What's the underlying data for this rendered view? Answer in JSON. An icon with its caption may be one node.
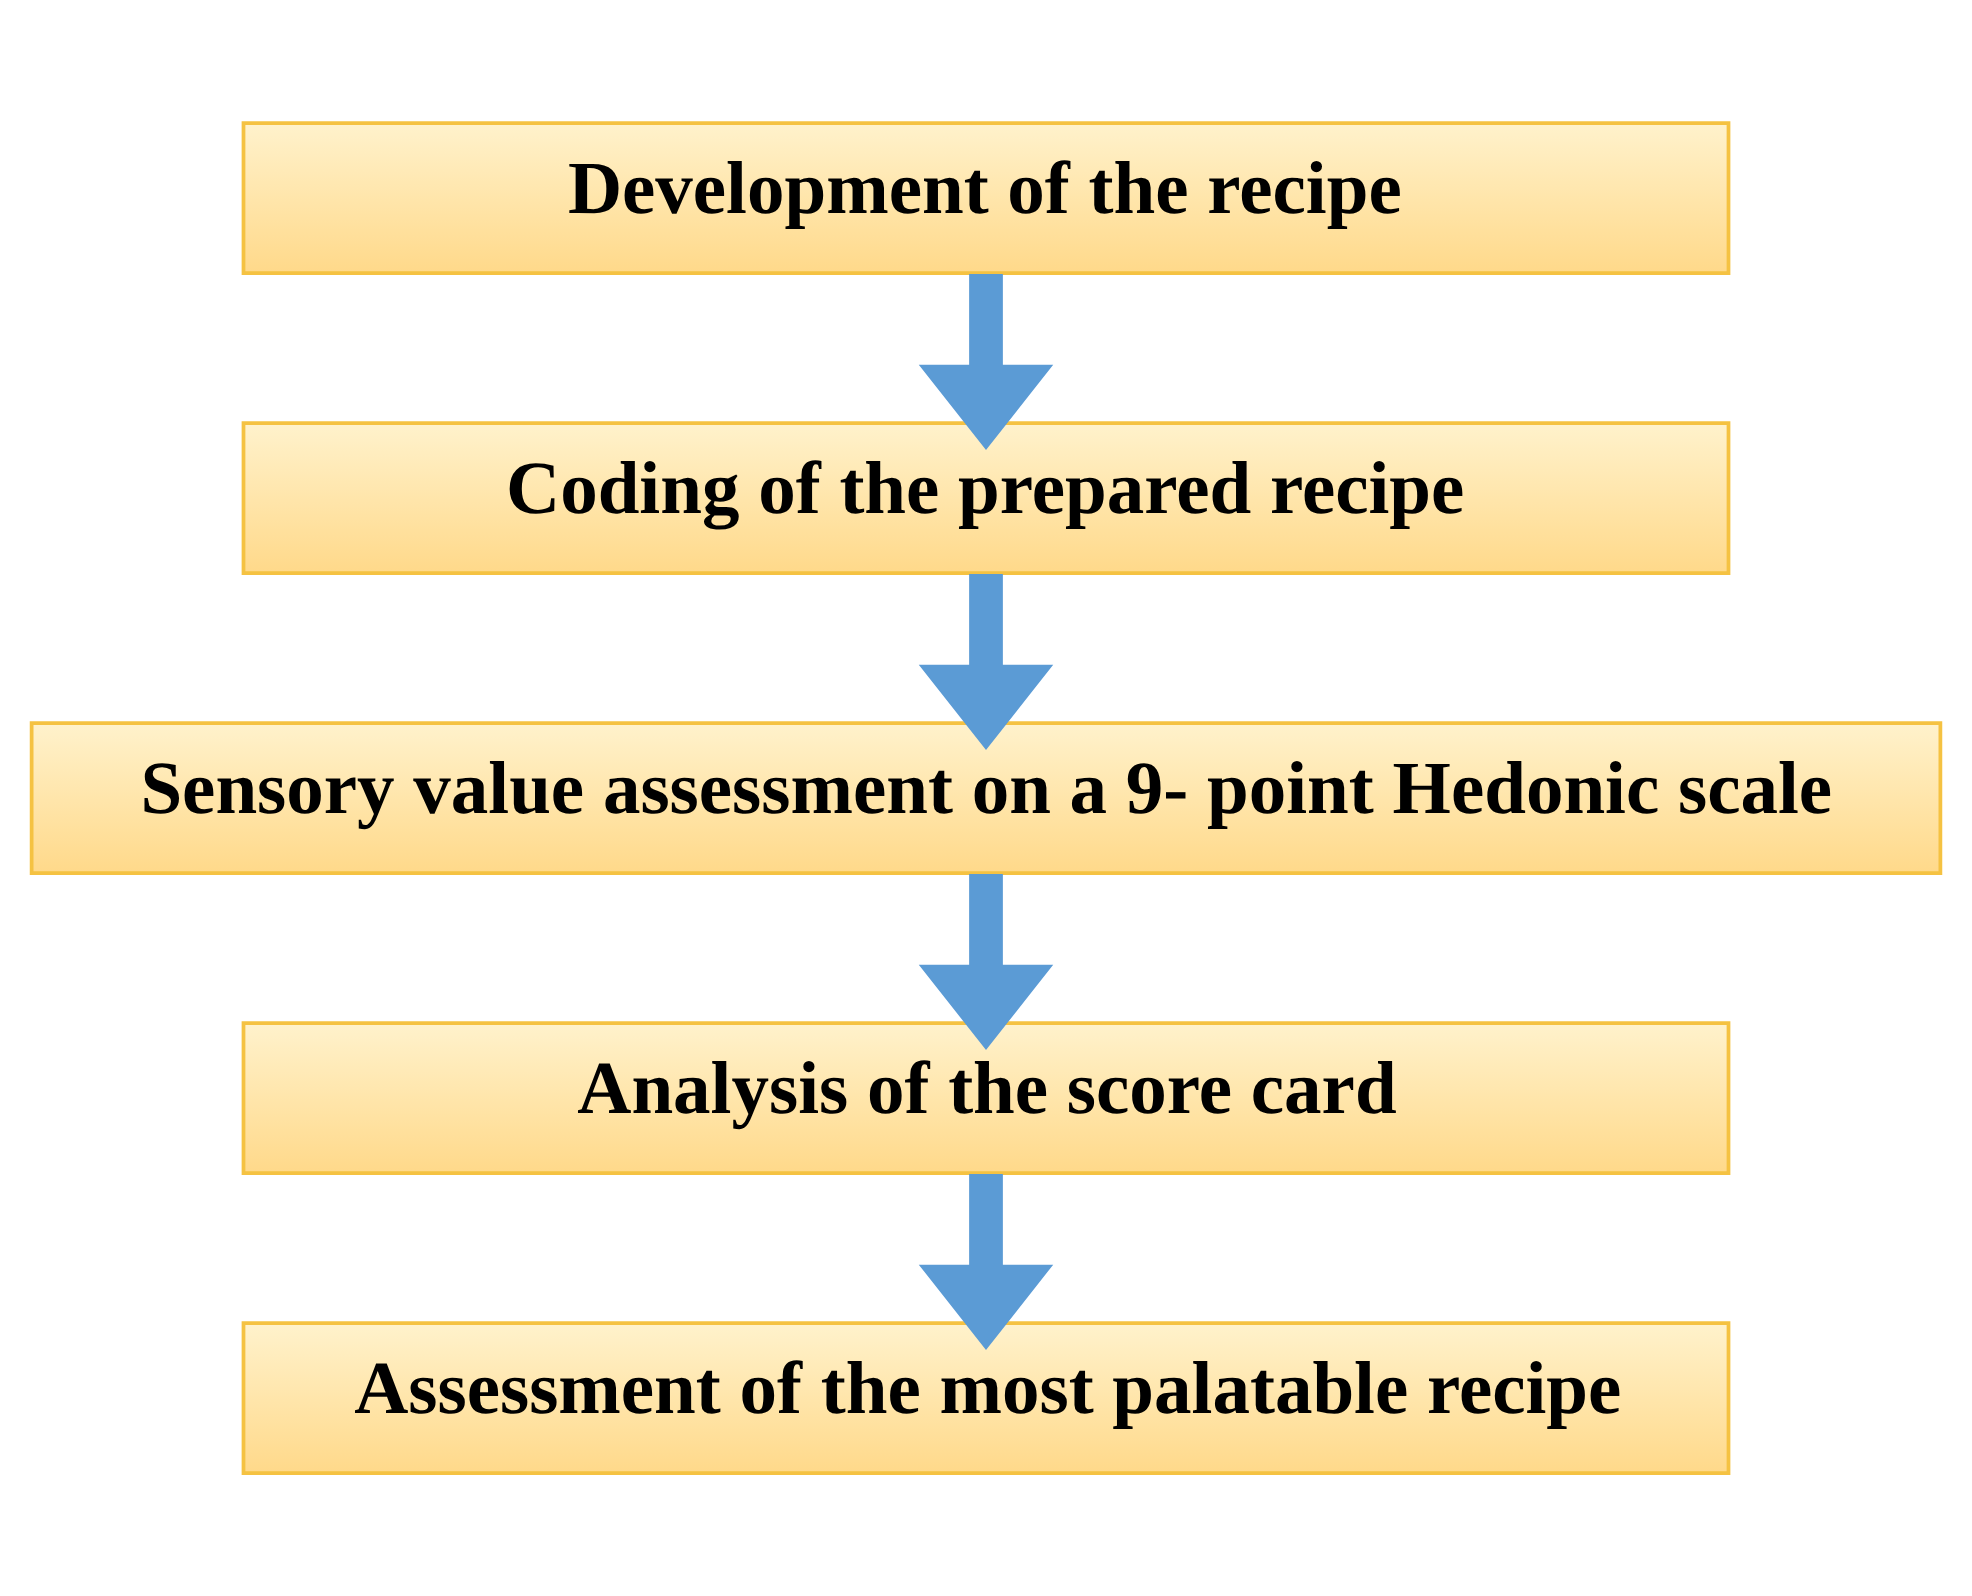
{
  "diagram": {
    "nodes": [
      {
        "text": [
          "Development of the recipe"
        ]
      },
      {
        "text": [
          "Coding of the prepared recipe"
        ]
      },
      {
        "text": [
          "Sensory value assessment on a 9- point Hedonic scale"
        ]
      },
      {
        "text": [
          "Analysis of the score card"
        ]
      },
      {
        "text": [
          "Assessment of the most palatable recipe"
        ]
      }
    ],
    "edges": [
      {
        "from": 0,
        "to": 1,
        "arrow": "to"
      },
      {
        "from": 1,
        "to": 2,
        "arrow": "to"
      },
      {
        "from": 2,
        "to": 3,
        "arrow": "to"
      },
      {
        "from": 3,
        "to": 4,
        "arrow": "to"
      }
    ]
  }
}
